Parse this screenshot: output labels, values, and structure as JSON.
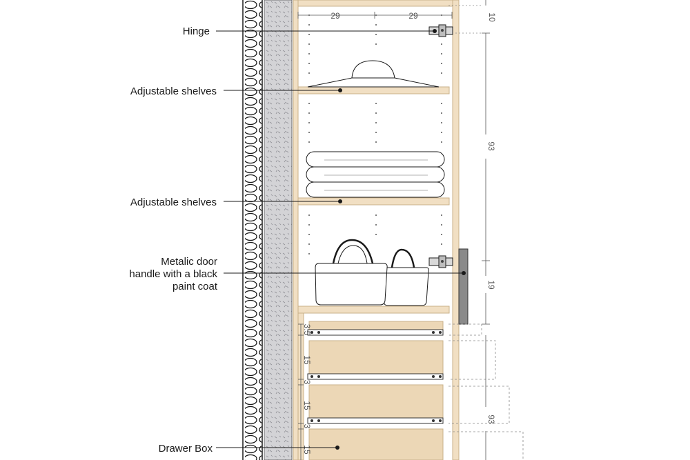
{
  "labels": {
    "hinge": "Hinge",
    "shelf_upper": "Adjustable shelves",
    "shelf_lower": "Adjustable shelves",
    "handle_line1": "Metalic door",
    "handle_line2": "handle with a black",
    "handle_line3": "paint coat",
    "drawer_box": "Drawer Box"
  },
  "dimensions": {
    "top_left_width": "29",
    "top_right_width": "29",
    "top_gap": "10",
    "door_upper_height": "93",
    "handle_height": "19",
    "door_lower_height": "93",
    "drawer_gap_1": "3.5",
    "drawer_front_1": "15",
    "drawer_gap_2": "3",
    "drawer_front_2": "15",
    "drawer_gap_3": "3",
    "drawer_front_3": "15"
  },
  "colors": {
    "wood": "#f1dfc3",
    "wood_edge": "#c9b089",
    "drawer_front": "#ecd7b6",
    "wall_concrete": "#d3d3d6",
    "handle": "#8a8a8a",
    "leader": "#1a1a1a"
  }
}
